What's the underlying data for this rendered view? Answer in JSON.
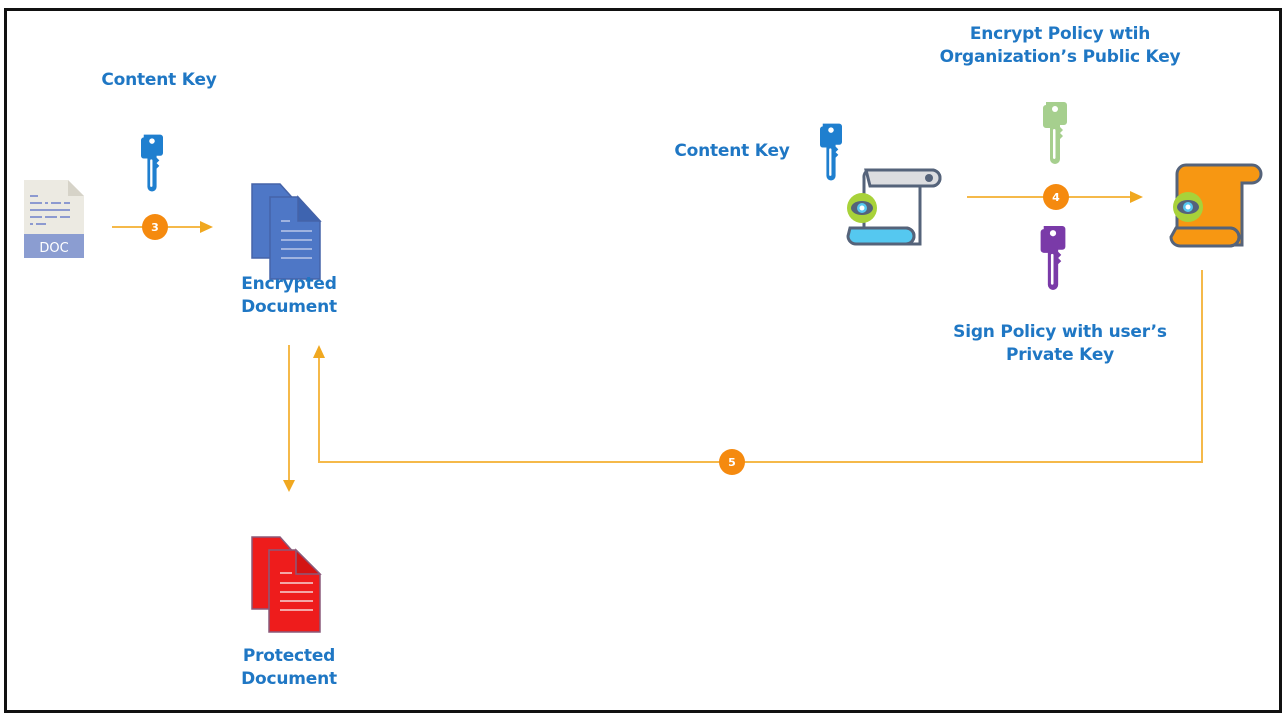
{
  "colors": {
    "label_blue": "#1f77c4",
    "arrow_orange": "#f5b94a",
    "badge_orange": "#f58a0f",
    "content_key_blue": "#1f7fcf",
    "public_key_green": "#a6cf8e",
    "private_key_purple": "#7a3aa8",
    "encrypted_doc_blue": "#4e77c6",
    "protected_doc_red": "#ee1c1c",
    "policy_scroll_grey": "#dcdde0",
    "policy_scroll_blue": "#55c8f0",
    "encrypted_policy_orange": "#f79712",
    "eye_badge_green": "#a8d23a"
  },
  "left": {
    "content_key_label": "Content Key",
    "doc_icon_text": "DOC",
    "step_badge": "3",
    "encrypted_document_label": [
      "Encrypted",
      "Document"
    ],
    "protected_document_label": [
      "Protected",
      "Document"
    ]
  },
  "right": {
    "content_key_label": "Content Key",
    "encrypt_policy_label": [
      "Encrypt Policy wtih",
      "Organization’s Public Key"
    ],
    "sign_policy_label": [
      "Sign Policy with user’s",
      "Private Key"
    ],
    "step_badge": "4"
  },
  "bottom": {
    "step_badge": "5"
  },
  "icons": {
    "doc": "document-doc-icon",
    "content_key_left": "key-icon",
    "encrypted_document": "documents-icon",
    "protected_document": "documents-icon",
    "content_key_right": "key-icon",
    "policy_scroll": "scroll-policy-icon",
    "public_key": "key-icon",
    "private_key": "key-icon",
    "encrypted_policy": "scroll-policy-icon"
  }
}
